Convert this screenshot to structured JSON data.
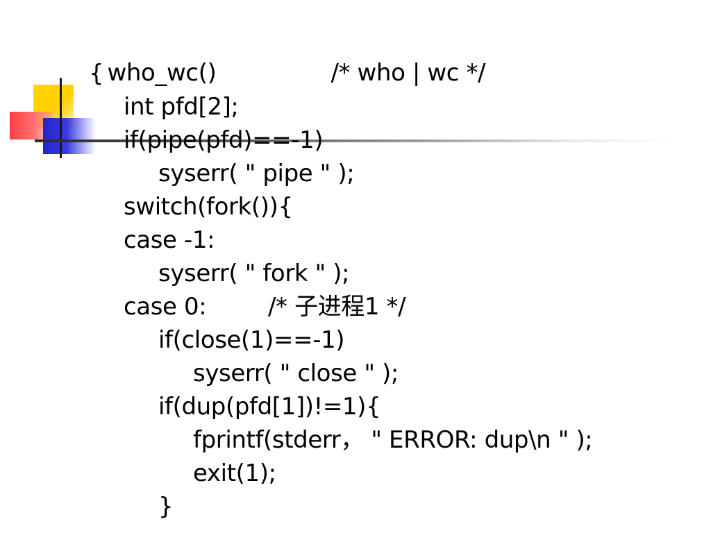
{
  "lines": [
    {
      "text": "who_wc()",
      "comment": "/* who | wc */"
    },
    {
      "text": "{"
    },
    {
      "text": "int pfd[2];"
    },
    {
      "text": "if(pipe(pfd)==-1)"
    },
    {
      "text": "syserr( \" pipe \" );"
    },
    {
      "text": "switch(fork()){"
    },
    {
      "text": "case -1:"
    },
    {
      "text": "syserr( \" fork \" );"
    },
    {
      "text": "case 0:",
      "comment": "/* 子进程1 */"
    },
    {
      "text": "if(close(1)==-1)"
    },
    {
      "text": "syserr( \" close \" );"
    },
    {
      "text": "if(dup(pfd[1])!=1){"
    },
    {
      "text": "fprintf(stderr， \" ERROR: dup\\n \" );"
    },
    {
      "text": "exit(1);"
    },
    {
      "text": "}"
    }
  ],
  "colors": {
    "background": "#ffffff",
    "text": "#000000",
    "accent_yellow": "#ffd700",
    "accent_red": "#ff4040",
    "accent_blue": "#2323c8"
  }
}
